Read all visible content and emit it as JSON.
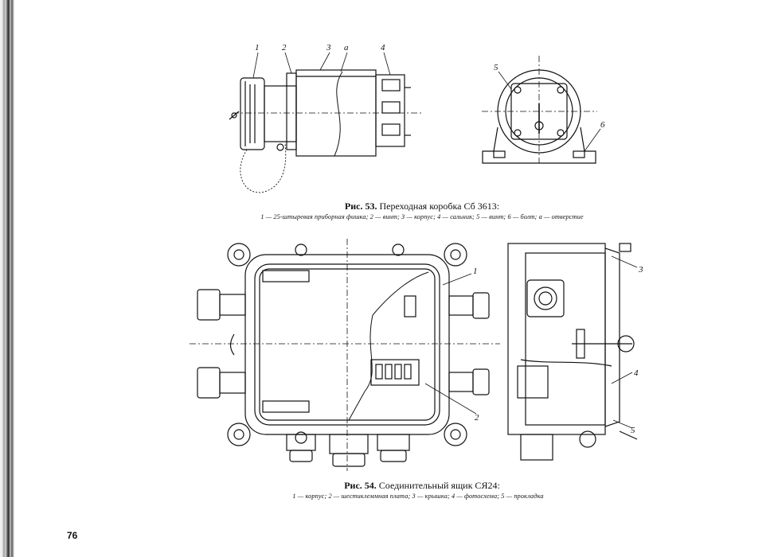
{
  "fig53": {
    "caption_label": "Рис. 53.",
    "caption_title": "Переходная коробка Сб 3613:",
    "legend": "1 — 25-штыревая приборная фишка; 2 — винт; 3 — корпус; 4 — сальник; 5 — винт; 6 — болт; а — отверстие",
    "callouts": [
      "1",
      "2",
      "3",
      "а",
      "4",
      "5",
      "6"
    ]
  },
  "fig54": {
    "caption_label": "Рис. 54.",
    "caption_title": "Соединительный ящик СЯ24:",
    "legend": "1 — корпус; 2 — шестиклеммная плата; 3 — крышка; 4 — фотосхема; 5 — прокладка",
    "callouts": [
      "1",
      "2",
      "3",
      "4",
      "5"
    ]
  },
  "page": {
    "number": "76"
  }
}
